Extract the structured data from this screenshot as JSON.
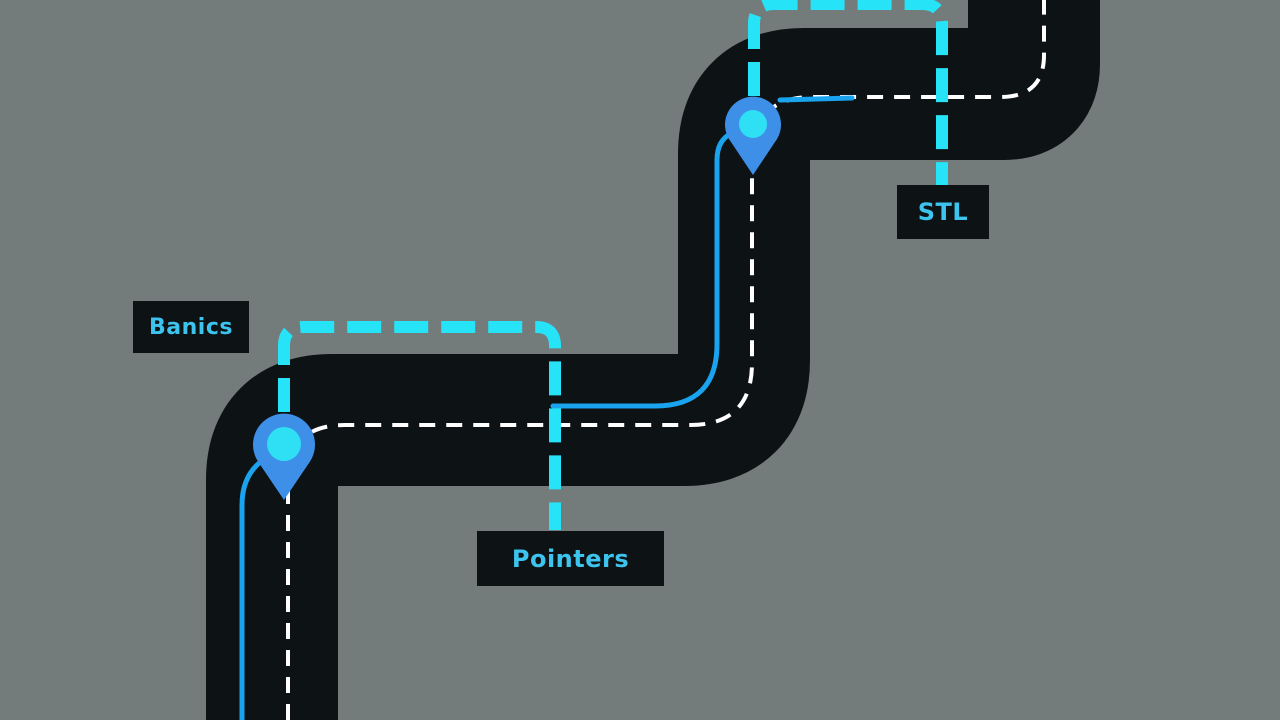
{
  "milestones": [
    {
      "label": "Banics"
    },
    {
      "label": "Pointers"
    },
    {
      "label": "STL"
    }
  ],
  "icons": {
    "marker": "map-pin-icon"
  },
  "colors": {
    "background": "#737b7b",
    "road": "#0d1214",
    "road_center_dash": "#ffffff",
    "route_line": "#1aa3ee",
    "connector": "#26e3f7",
    "marker": "#3d8fe8",
    "marker_dot": "#2fe0f5",
    "label_box": "#0d1214",
    "label_text": "#3cc4ef"
  }
}
